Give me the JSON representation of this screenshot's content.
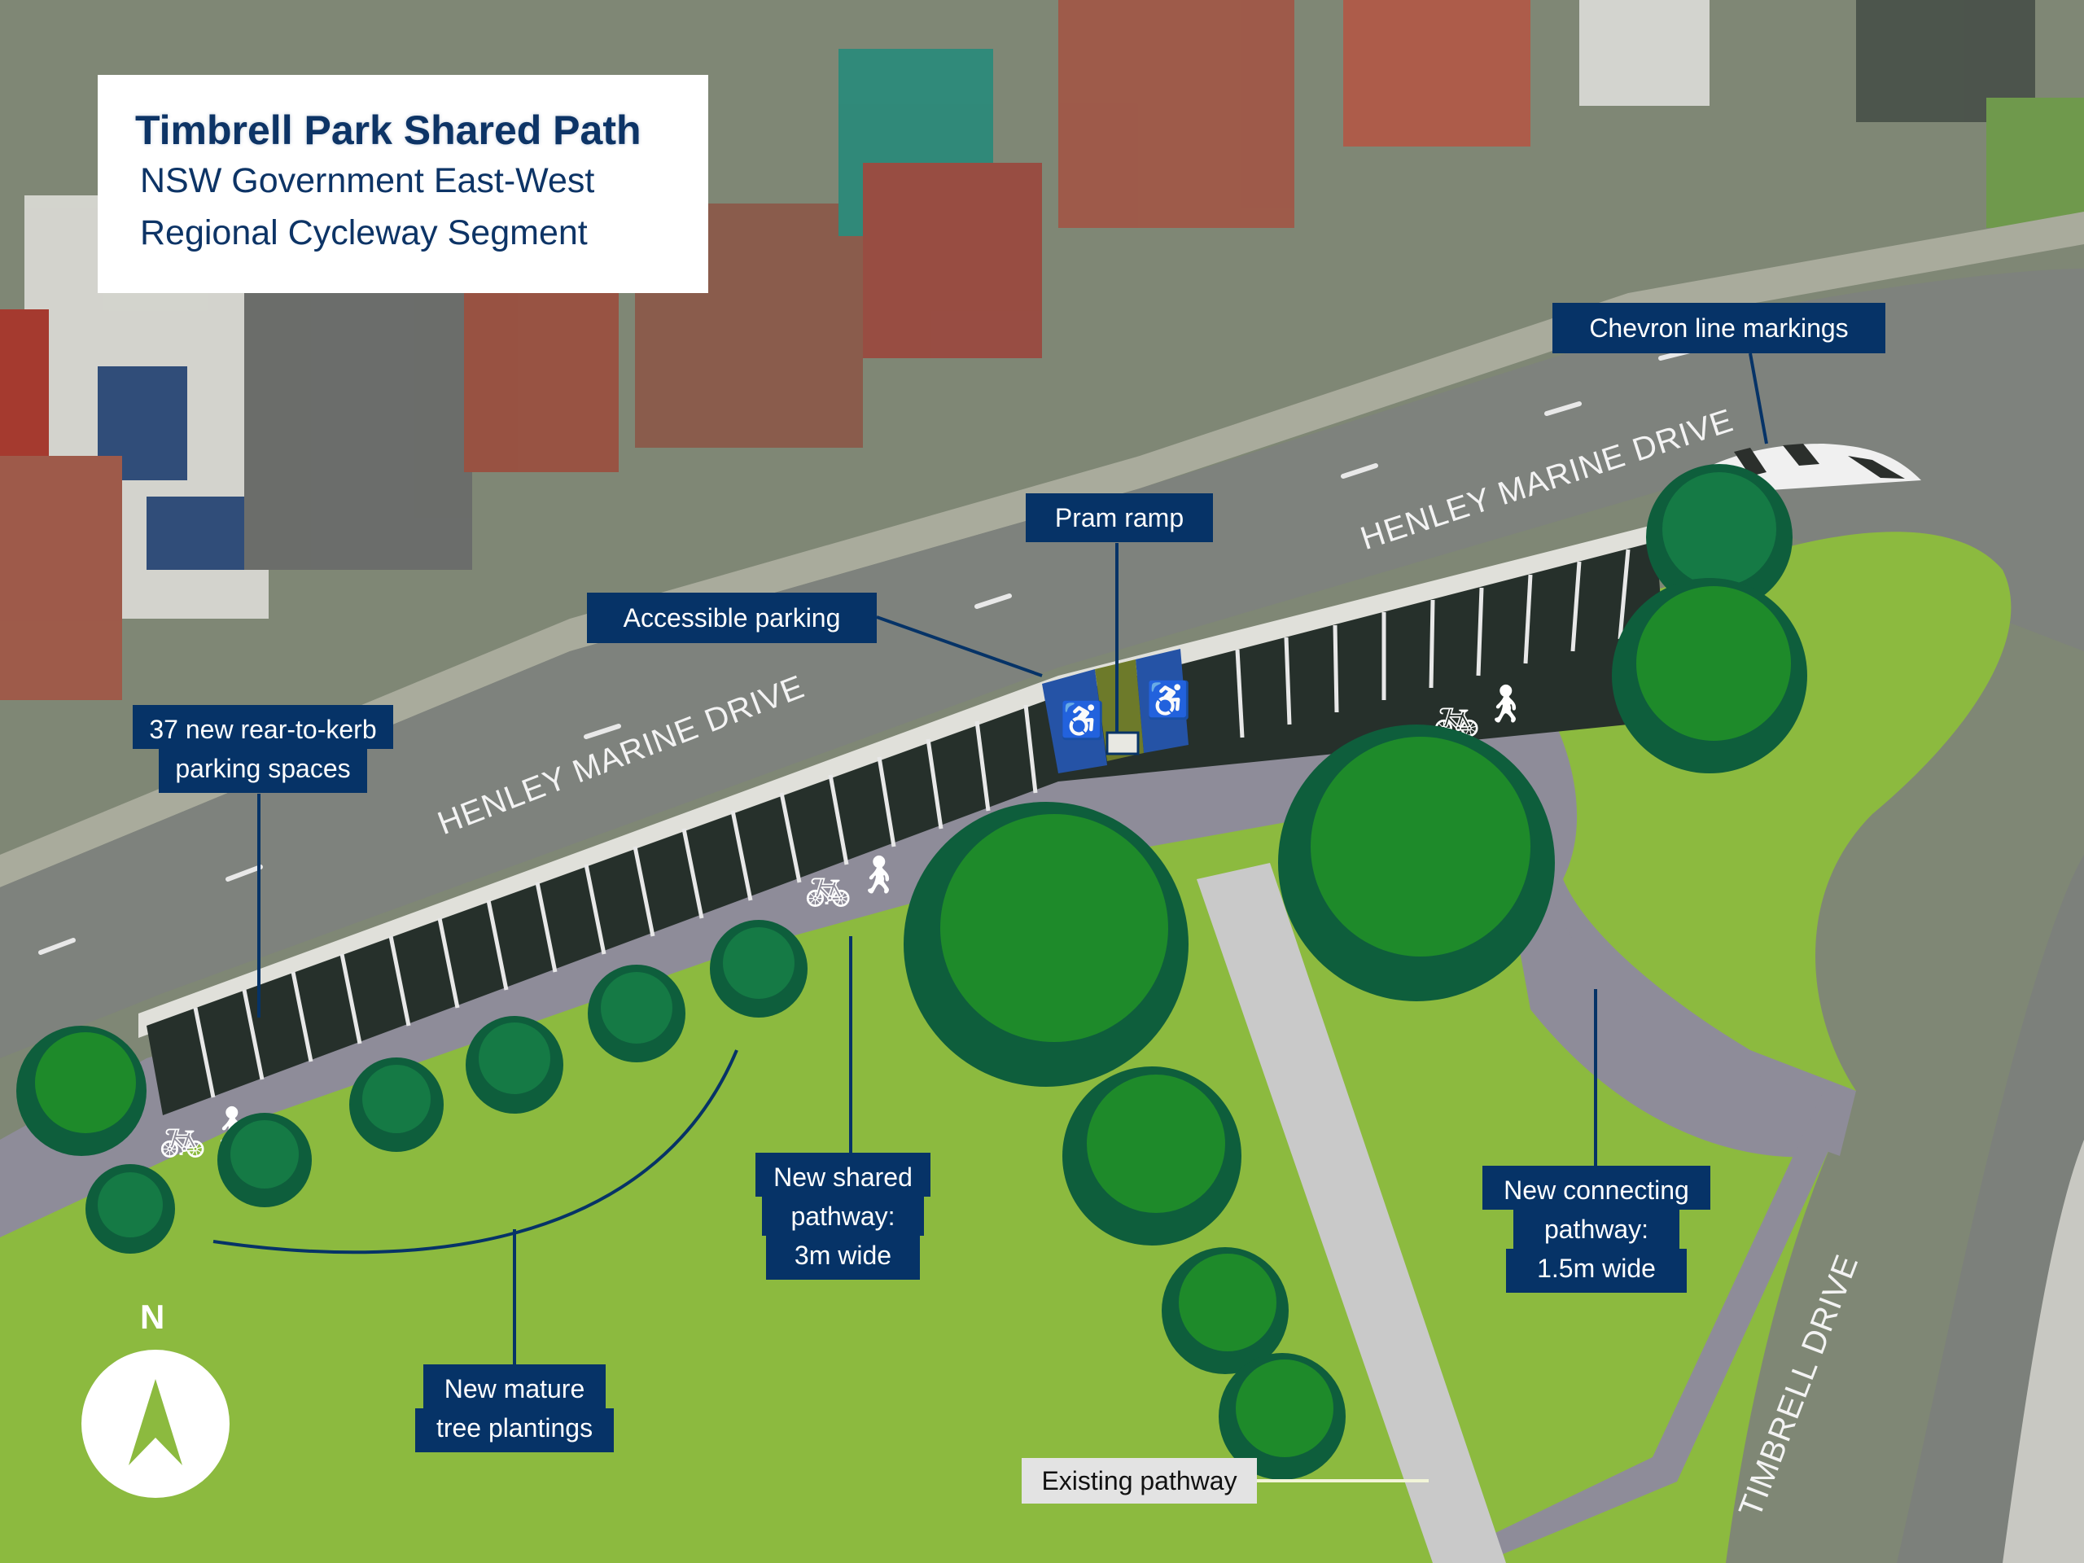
{
  "title_box": {
    "title": "Timbrell Park Shared Path",
    "subtitle_line1": "NSW Government East-West",
    "subtitle_line2": "Regional Cycleway Segment"
  },
  "callouts": {
    "chevron": {
      "text": "Chevron line markings"
    },
    "pram_ramp": {
      "text": "Pram ramp"
    },
    "accessible_parking": {
      "text": "Accessible parking"
    },
    "rear_to_kerb": {
      "line1": "37 new rear-to-kerb",
      "line2": "parking spaces"
    },
    "shared_pathway": {
      "line1": "New shared",
      "line2": "pathway:",
      "line3": "3m wide"
    },
    "connecting_pathway": {
      "line1": "New connecting",
      "line2": "pathway:",
      "line3": "1.5m wide"
    },
    "mature_trees": {
      "line1": "New mature",
      "line2": "tree plantings"
    },
    "existing_pathway": {
      "text": "Existing pathway"
    }
  },
  "streets": {
    "henley_west": "HENLEY MARINE DRIVE",
    "henley_east": "HENLEY MARINE DRIVE",
    "timbrell": "TIMBRELL DRIVE"
  },
  "north_arrow": {
    "label": "N",
    "icon": "north-arrow-icon"
  },
  "parking": {
    "new_spaces": 37,
    "accessible_spaces": 2
  },
  "colors": {
    "label_navy": "#063367",
    "title_navy": "#0d3466",
    "grass": "#8cba3f",
    "path": "#8e8c99",
    "road": "#7d827c",
    "parking_bay": "#26302b",
    "accessible_blue": "#2553a6",
    "tree_dark": "#0e5e3c",
    "tree_light": "#1e8a2a",
    "existing_path": "#c9c9c9"
  }
}
